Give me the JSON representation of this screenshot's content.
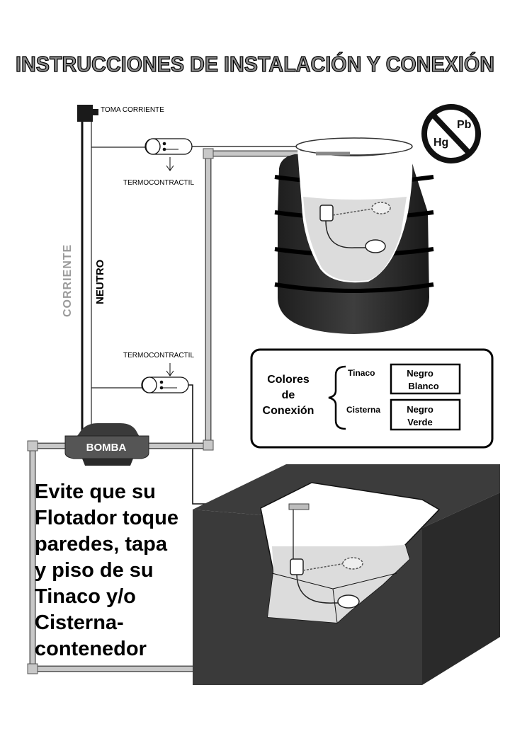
{
  "title": "INSTRUCCIONES DE INSTALACIÓN Y CONEXIÓN",
  "labels": {
    "toma_corriente": "TOMA CORRIENTE",
    "termocontractil_top": "TERMOCONTRACTIL",
    "termocontractil_bottom": "TERMOCONTRACTIL",
    "corriente": "CORRIENTE",
    "neutro": "NEUTRO",
    "bomba": "BOMBA"
  },
  "hazard_badge": {
    "pb": "Pb",
    "hg": "Hg"
  },
  "colors_box": {
    "heading_line1": "Colores",
    "heading_line2": "de",
    "heading_line3": "Conexión",
    "rows": [
      {
        "label": "Tinaco",
        "color1": "Negro",
        "color2": "Blanco"
      },
      {
        "label": "Cisterna",
        "color1": "Negro",
        "color2": "Verde"
      }
    ]
  },
  "warning": {
    "lines": [
      "Evite que su",
      "Flotador toque",
      "paredes, tapa",
      "y piso de su",
      "Tinaco y/o",
      "Cisterna-",
      "contenedor"
    ]
  },
  "palette": {
    "dark": "#333333",
    "pipe": "#bdbdbd",
    "water": "#dcdcdc",
    "title_gray": "#8a8a8a",
    "label_gray": "#9a9a9a"
  }
}
